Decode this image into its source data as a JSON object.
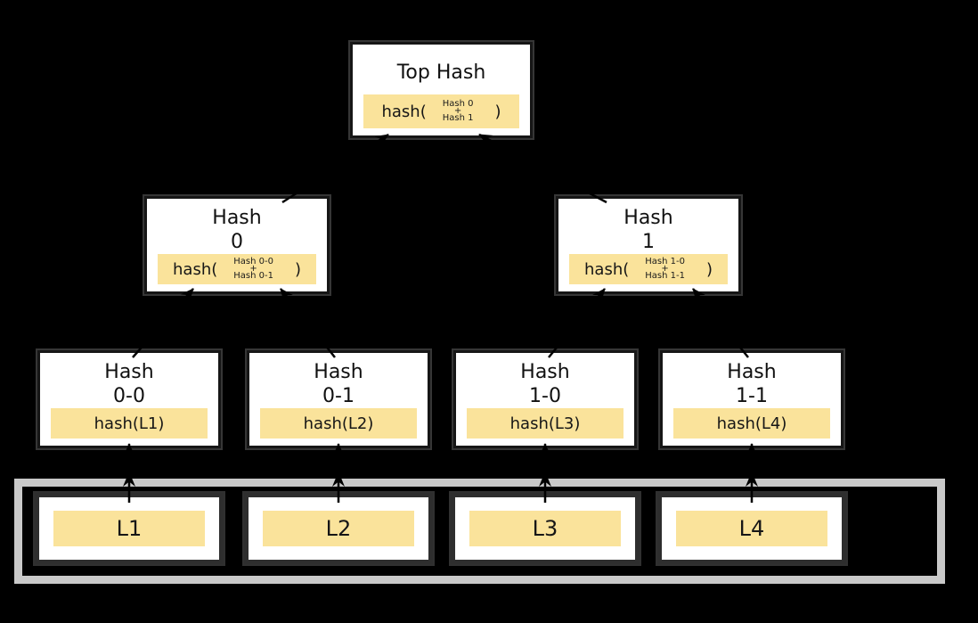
{
  "colors": {
    "background": "#000000",
    "node_fill": "#ffffff",
    "node_border": "#161616",
    "highlight_fill": "#fae39b",
    "container_border": "#c9c9c9",
    "arrow": "#000000"
  },
  "nodes": {
    "top": {
      "title": "Top Hash",
      "func_open": "hash(",
      "operand_top": "Hash 0",
      "operator": "+",
      "operand_bottom": "Hash 1",
      "func_close": ")"
    },
    "internal": [
      {
        "title_line1": "Hash",
        "title_line2": "0",
        "func_open": "hash(",
        "operand_top": "Hash 0-0",
        "operator": "+",
        "operand_bottom": "Hash 0-1",
        "func_close": ")"
      },
      {
        "title_line1": "Hash",
        "title_line2": "1",
        "func_open": "hash(",
        "operand_top": "Hash 1-0",
        "operator": "+",
        "operand_bottom": "Hash 1-1",
        "func_close": ")"
      }
    ],
    "leaves": [
      {
        "title_line1": "Hash",
        "title_line2": "0-0",
        "hash_label": "hash(L1)"
      },
      {
        "title_line1": "Hash",
        "title_line2": "0-1",
        "hash_label": "hash(L2)"
      },
      {
        "title_line1": "Hash",
        "title_line2": "1-0",
        "hash_label": "hash(L3)"
      },
      {
        "title_line1": "Hash",
        "title_line2": "1-1",
        "hash_label": "hash(L4)"
      }
    ],
    "data_blocks": [
      {
        "label": "L1"
      },
      {
        "label": "L2"
      },
      {
        "label": "L3"
      },
      {
        "label": "L4"
      }
    ]
  }
}
